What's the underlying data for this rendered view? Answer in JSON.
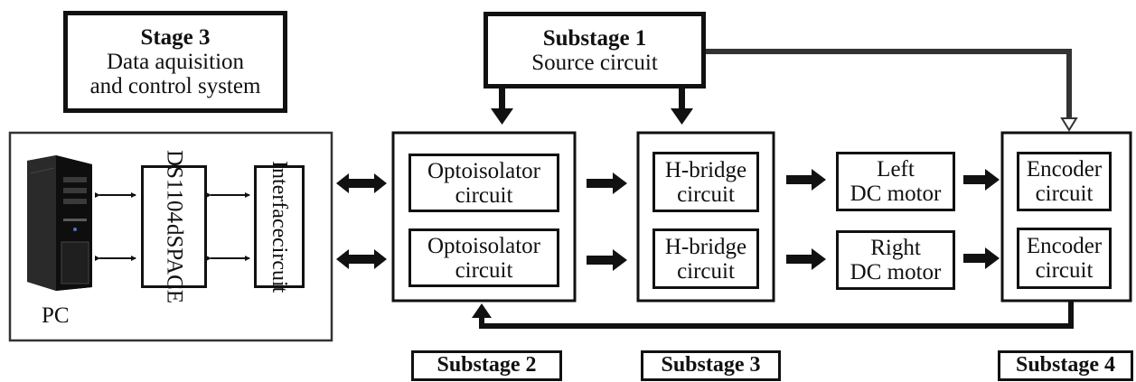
{
  "stage3": {
    "title": "Stage 3",
    "line1": "Data aquisition",
    "line2": "and control system"
  },
  "substage1": {
    "title": "Substage 1",
    "line1": "Source circuit"
  },
  "pc_label": "PC",
  "dspace": {
    "line1": "DS1104",
    "line2": "dSPACE"
  },
  "interface": {
    "line1": "Interface",
    "line2": "circuit"
  },
  "opto_top": {
    "line1": "Optoisolator",
    "line2": "circuit"
  },
  "opto_bottom": {
    "line1": "Optoisolator",
    "line2": "circuit"
  },
  "hbridge_top": {
    "line1": "H-bridge",
    "line2": "circuit"
  },
  "hbridge_bottom": {
    "line1": "H-bridge",
    "line2": "circuit"
  },
  "left_motor": {
    "line1": "Left",
    "line2": "DC motor"
  },
  "right_motor": {
    "line1": "Right",
    "line2": "DC motor"
  },
  "encoder_top": {
    "line1": "Encoder",
    "line2": "circuit"
  },
  "encoder_bottom": {
    "line1": "Encoder",
    "line2": "circuit"
  },
  "labels": {
    "substage2": "Substage 2",
    "substage3": "Substage 3",
    "substage4": "Substage 4"
  }
}
